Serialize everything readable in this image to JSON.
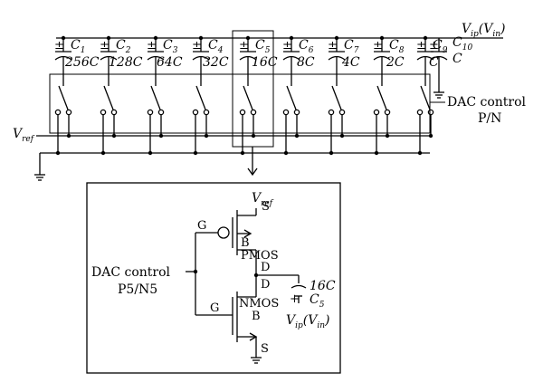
{
  "top_node": {
    "main": "V",
    "sub": "ip",
    "paren_open": "(",
    "paren_main": "V",
    "paren_sub": "in",
    "paren_close": ")"
  },
  "capacitors": [
    {
      "name_main": "C",
      "name_sub": "1",
      "value": "256C"
    },
    {
      "name_main": "C",
      "name_sub": "2",
      "value": "128C"
    },
    {
      "name_main": "C",
      "name_sub": "3",
      "value": "64C"
    },
    {
      "name_main": "C",
      "name_sub": "4",
      "value": "32C"
    },
    {
      "name_main": "C",
      "name_sub": "5",
      "value": "16C"
    },
    {
      "name_main": "C",
      "name_sub": "6",
      "value": "8C"
    },
    {
      "name_main": "C",
      "name_sub": "7",
      "value": "4C"
    },
    {
      "name_main": "C",
      "name_sub": "8",
      "value": "2C"
    },
    {
      "name_main": "C",
      "name_sub": "9",
      "value": "C"
    },
    {
      "name_main": "C",
      "name_sub": "10",
      "value": "C"
    }
  ],
  "plus_sign": "±",
  "vref": {
    "main": "V",
    "sub": "ref"
  },
  "dac_control": {
    "line1": "DAC control",
    "line2": "P/N"
  },
  "detail": {
    "vref": {
      "main": "V",
      "sub": "ref"
    },
    "pmos": {
      "gate": "G",
      "source": "S",
      "bulk": "B",
      "name": "PMOS",
      "drain": "D"
    },
    "nmos": {
      "gate": "G",
      "source": "S",
      "bulk": "B",
      "name": "NMOS",
      "drain": "D"
    },
    "dac_control": {
      "line1": "DAC control",
      "line2": "P5/N5"
    },
    "cap_value": "16C",
    "cap_name_main": "C",
    "cap_name_sub": "5",
    "cap_sign": "+",
    "bottom_node": {
      "main": "V",
      "sub": "ip",
      "paren_open": "(",
      "paren_main": "V",
      "paren_sub": "in",
      "paren_close": ")"
    }
  }
}
